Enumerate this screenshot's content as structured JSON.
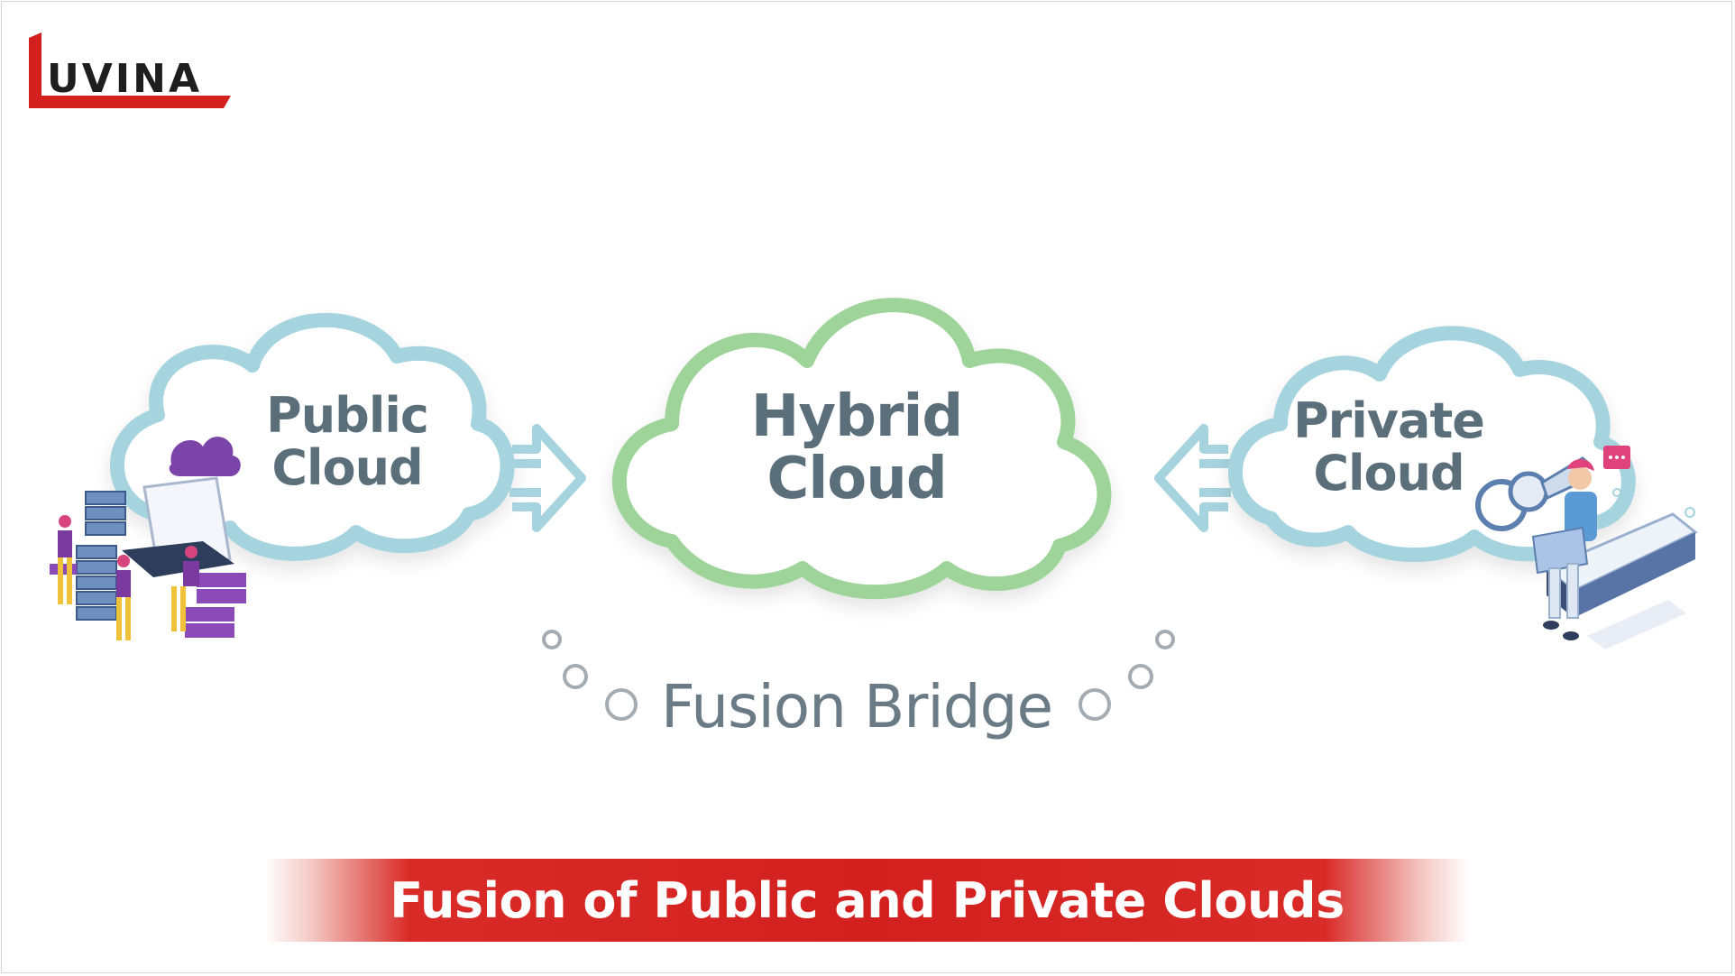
{
  "logo": {
    "text": "UVINA"
  },
  "diagram": {
    "public_label": "Public\nCloud",
    "hybrid_label": "Hybrid\nCloud",
    "private_label": "Private\nCloud",
    "bridge_label": "Fusion Bridge"
  },
  "banner": {
    "text": "Fusion of Public and Private Clouds"
  },
  "colors": {
    "brand_red": "#d3201f",
    "public_cloud_outline": "#a5d3de",
    "hybrid_cloud_outline": "#9ed49a",
    "private_cloud_outline": "#a5d3de",
    "label_text": "#5b6f7b",
    "bridge_text": "#6b7b85"
  },
  "icons": [
    "public-cloud-icon",
    "hybrid-cloud-icon",
    "private-cloud-icon",
    "arrow-right-icon",
    "arrow-left-icon",
    "servers-illustration",
    "key-illustration",
    "person-laptop-illustration"
  ]
}
